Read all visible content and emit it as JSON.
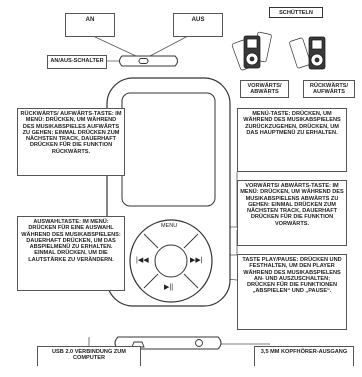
{
  "labels": {
    "an": "AN",
    "aus": "AUS",
    "schalter": "AN/AUS-SCHALTER",
    "schuetteln": "SCHÜTTELN",
    "vorwaerts_abwaerts": "VORWÄRTS/ ABWÄRTS",
    "rueckwaerts_aufwaerts": "RÜCKWÄRTS/ AUFWÄRTS",
    "rueckwaerts_taste": "RÜCKWÄRTS/ AUFWÄRTS-TASTE: IM MENÜ: DRÜCKEN, UM WÄHREND DES MUSIKABSPIELES AUFWÄRTS ZU GEHEN: EINMAL DRÜCKEN ZUM NÄCHSTEN TRACK, DAUERHAFT DRÜCKEN FÜR DIE FUNKTION RÜCKWÄRTS.",
    "menue_taste": "MENÜ-TASTE: DRÜCKEN, UM WÄHREND DES MUSIKABSPIELENS ZURÜCKZUGEHEN, DRÜCKEN, UM DAS HAUPTMENÜ ZU ERHALTEN.",
    "vorwaerts_taste": "VORWÄRTS/ ABWÄRTS-TASTE: IM MENÜ: DRÜCKEN, UM WÄHREND DES MUSIKABSPIELENS ABWÄRTS ZU GEHEN: EINMAL DRÜCKEN ZUM NÄCHSTEN TRACK, DAUERHAFT DRÜCKEN FÜR DIE FUNKTION VORWÄRTS.",
    "auswahltaste": "AUSWAHLTASTE: IM MENÜ: DRÜCKEN FÜR EINE AUSWAHL WÄHREND DES MUSIKABSPIELENS: DAUERHAFT DRÜCKEN, UM DAS ABSPIELMENÜ ZU ERHALTEN. EINMAL DRÜCKEN, UM DIE LAUTSTÄRKE ZU VERÄNDERN.",
    "play_pause": "TASTE PLAY/PAUSE: DRÜCKEN UND FESTHALTEN, UM DEN PLAYER WÄHREND DES MUSIKABSPIELENS AN- UND AUSZUSCHALTEN; DRÜCKEN FÜR DIE FUNKTIONEN „ABSPIELEN“ UND „PAUSE“.",
    "usb": "USB 2.0 VERBINDUNG ZUM COMPUTER",
    "kopfhoerer": "3,5 mm KOPFHÖRER-AUSGANG"
  },
  "device": {
    "menu_label": "MENU",
    "prev_symbol": "|◀◀",
    "next_symbol": "▶▶|",
    "play_symbol": "▶||"
  }
}
